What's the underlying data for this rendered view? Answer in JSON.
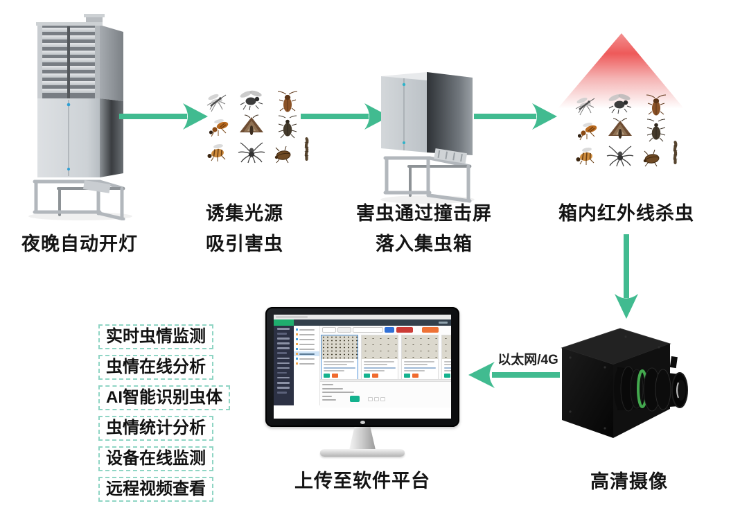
{
  "steps": {
    "step1_label": "夜晚自动开灯",
    "step2_label_line1": "诱集光源",
    "step2_label_line2": "吸引害虫",
    "step3_label_line1": "害虫通过撞击屏",
    "step3_label_line2": "落入集虫箱",
    "step4_label": "箱内红外线杀虫",
    "camera_label": "高清摄像",
    "monitor_label": "上传至软件平台",
    "connection_label": "以太网/4G"
  },
  "features": {
    "items": [
      "实时虫情监测",
      "虫情在线分析",
      "AI智能识别虫体",
      "虫情统计分析",
      "设备在线监测",
      "远程视频查看"
    ]
  },
  "insects": {
    "types": [
      "mosquito-icon",
      "fly-icon",
      "cockroach-icon",
      "wasp-icon",
      "moth-icon",
      "beetle-icon",
      "bee-icon",
      "spider-icon",
      "bug-icon",
      "larva-icon"
    ]
  },
  "monitor_ui": {
    "sidebar_item_count": 14,
    "tree_row_count": 8,
    "tree_selected_index": 5,
    "card_count": 4,
    "form_row_widths": [
      16,
      30,
      46,
      14,
      20
    ],
    "card_line_widths": [
      44,
      34,
      46,
      30
    ]
  },
  "colors": {
    "arrow_green": "#41bb90",
    "feature_border": "#8fd5c4",
    "beam_red": "#ee5a5a",
    "ui_green": "#1fae6e",
    "ui_sidebar": "#2c3144",
    "btn_blue": "#2f6fd6",
    "btn_red": "#cc3b36",
    "btn_orange": "#ee7135",
    "mini_green": "#14b28e",
    "mini_orange": "#f06a2e"
  }
}
